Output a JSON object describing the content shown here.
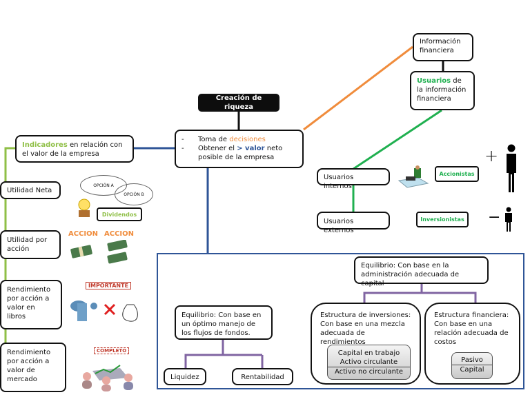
{
  "center": {
    "title": "Creación de riqueza",
    "bullets": [
      {
        "dash": "-",
        "pre": "Toma de ",
        "hl": "decisiones",
        "post": ""
      },
      {
        "dash": "-",
        "pre": "Obtener el ",
        "hl": "> valor",
        "post": " neto posible de la empresa"
      }
    ]
  },
  "info": {
    "box1": "Información financiera",
    "box2_hl": "Usuarios",
    "box2_rest": " de la información financiera",
    "internos": "Usuarios internos",
    "externos": "Usuarios externos",
    "accionistas": "Accionistas",
    "inversionistas": "Inversionistas",
    "plus": "+",
    "minus": "−"
  },
  "indicadores": {
    "hl": "Indicadores",
    "rest": " en relación con el valor de la empresa",
    "items": [
      "Utilidad Neta",
      "Utilidad por acción",
      "Rendimiento por acción a valor en libros",
      "Rendimiento por acción a valor de mercado"
    ],
    "dividendos": "Dividendos",
    "opcion_a": "OPCIÓN A",
    "opcion_b": "OPCIÓN B",
    "accion1": "ACCION",
    "accion2": "ACCION",
    "importante": "IMPORTANTE",
    "completo": "COMPLETO"
  },
  "equilibrio": {
    "flujos": "Equilibrio: Con base en un óptimo manejo de los flujos de fondos.",
    "liquidez": "Liquidez",
    "rentabilidad": "Rentabilidad",
    "capital": "Equilibrio: Con base en la administración adecuada de capital",
    "inversiones": "Estructura de inversiones: Con base en una mezcla adecuada de rendimientos",
    "inv_items": [
      "Capital en trabajo",
      "Activo circulante",
      "Activo no circulante"
    ],
    "financiera": "Estructura financiera: Con base en una relación adecuada de costos",
    "fin_items": [
      "Pasivo",
      "Capital"
    ]
  },
  "colors": {
    "orange": "#f08c3c",
    "green": "#20b050",
    "blue": "#2f5597",
    "lightgreen": "#8fbf46",
    "purple": "#8064a2"
  }
}
